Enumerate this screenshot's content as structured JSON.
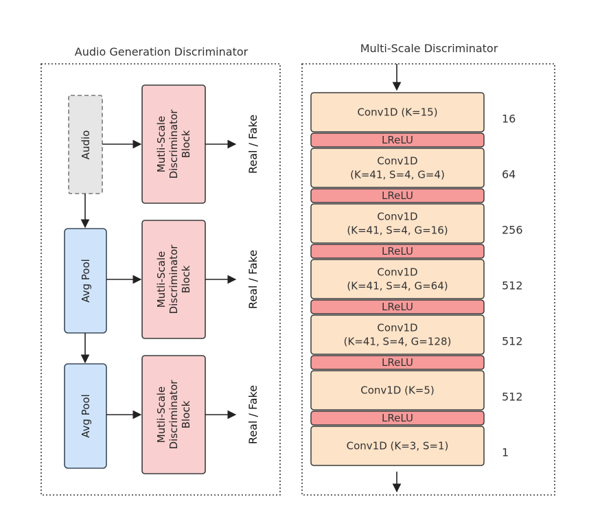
{
  "left_panel": {
    "title": "Audio Generation Discriminator",
    "audio_label": "Audio",
    "avg_pool_1": "Avg Pool",
    "avg_pool_2": "Avg Pool",
    "disc_block_lines": [
      "Mutli-Scale",
      "Discriminator",
      "Block"
    ],
    "output_label": "Real / Fake"
  },
  "right_panel": {
    "title": "Multi-Scale Discriminator",
    "layers": [
      {
        "lines": [
          "Conv1D (K=15)"
        ],
        "channels": "16"
      },
      {
        "lines": [
          "LReLU"
        ]
      },
      {
        "lines": [
          "Conv1D",
          "(K=41, S=4, G=4)"
        ],
        "channels": "64"
      },
      {
        "lines": [
          "LReLU"
        ]
      },
      {
        "lines": [
          "Conv1D",
          "(K=41, S=4, G=16)"
        ],
        "channels": "256"
      },
      {
        "lines": [
          "LReLU"
        ]
      },
      {
        "lines": [
          "Conv1D",
          "(K=41, S=4, G=64)"
        ],
        "channels": "512"
      },
      {
        "lines": [
          "LReLU"
        ]
      },
      {
        "lines": [
          "Conv1D",
          "(K=41, S=4, G=128)"
        ],
        "channels": "512"
      },
      {
        "lines": [
          "LReLU"
        ]
      },
      {
        "lines": [
          "Conv1D (K=5)"
        ],
        "channels": "512"
      },
      {
        "lines": [
          "LReLU"
        ]
      },
      {
        "lines": [
          "Conv1D (K=3, S=1)"
        ],
        "channels": "1"
      }
    ]
  },
  "colors": {
    "audio_fill": "#e6e6e6",
    "audio_stroke": "#777777",
    "avg_pool_fill": "#cfe4fb",
    "avg_pool_stroke": "#3b4a5c",
    "disc_block_fill": "#f9cfcf",
    "disc_block_stroke": "#3b3b3b",
    "conv_fill": "#fde3c8",
    "conv_stroke": "#3b3b3b",
    "lrelu_fill": "#f69a9a",
    "lrelu_stroke": "#3b3b3b"
  }
}
